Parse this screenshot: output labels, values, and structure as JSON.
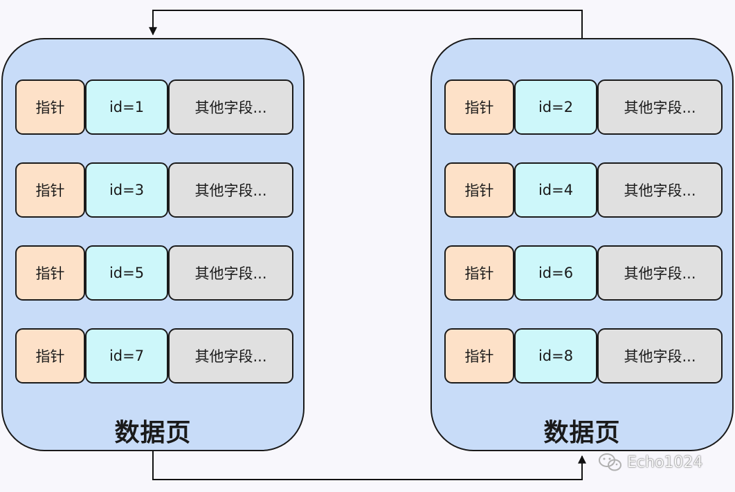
{
  "pages": [
    {
      "label": "数据页",
      "records": [
        {
          "pointer": "指针",
          "id": "id=1",
          "other": "其他字段..."
        },
        {
          "pointer": "指针",
          "id": "id=3",
          "other": "其他字段..."
        },
        {
          "pointer": "指针",
          "id": "id=5",
          "other": "其他字段..."
        },
        {
          "pointer": "指针",
          "id": "id=7",
          "other": "其他字段..."
        }
      ]
    },
    {
      "label": "数据页",
      "records": [
        {
          "pointer": "指针",
          "id": "id=2",
          "other": "其他字段..."
        },
        {
          "pointer": "指针",
          "id": "id=4",
          "other": "其他字段..."
        },
        {
          "pointer": "指针",
          "id": "id=6",
          "other": "其他字段..."
        },
        {
          "pointer": "指针",
          "id": "id=8",
          "other": "其他字段..."
        }
      ]
    }
  ],
  "watermark": {
    "text": "Echo1024",
    "icon": "wechat-icon"
  },
  "colors": {
    "page_fill": "#c8dcf8",
    "pointer_fill": "#fde1c8",
    "id_fill": "#cdf7fa",
    "other_fill": "#e0e0e0"
  }
}
